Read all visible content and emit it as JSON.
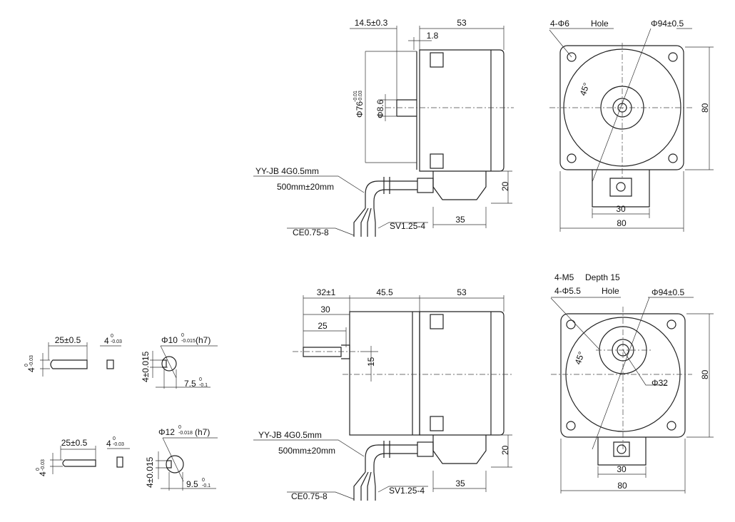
{
  "top_side": {
    "d_shaft_len": "14.5±0.3",
    "d_motor_len": "53",
    "d_flange": "1.8",
    "d_pilot": "Φ76",
    "d_pilot_tol_up": "-0.01",
    "d_pilot_tol_lo": "-0.03",
    "d_shaft": "Φ8.6",
    "cable": "YY-JB 4G0.5mm",
    "cable_len": "500mm±20mm",
    "term_ce": "CE0.75-8",
    "term_sv": "SV1.25-4",
    "d_box_h": "20",
    "d_box_w": "35"
  },
  "top_front": {
    "holes": "4-Φ6",
    "holes_note": "Hole",
    "d_circle": "Φ94±0.5",
    "angle": "45°",
    "d_height": "80",
    "d_box": "30",
    "d_width": "80"
  },
  "bot_side": {
    "d_shaft_len": "32±1",
    "d_gear_len": "45.5",
    "d_motor_len": "53",
    "d_30": "30",
    "d_25": "25",
    "d_15": "15",
    "cable": "YY-JB 4G0.5mm",
    "cable_len": "500mm±20mm",
    "term_ce": "CE0.75-8",
    "term_sv": "SV1.25-4",
    "d_box_h": "20",
    "d_box_w": "35"
  },
  "bot_front": {
    "thread": "4-M5",
    "depth": "Depth 15",
    "holes": "4-Φ5.5",
    "holes_note": "Hole",
    "d_circle": "Φ94±0.5",
    "d_boss": "Φ32",
    "angle": "45°",
    "d_height": "80",
    "d_box": "30",
    "d_width": "80"
  },
  "key1": {
    "length": "25±0.5",
    "width": "4",
    "width_tol_up": "0",
    "width_tol_lo": "-0.03",
    "height": "4",
    "height_tol_up": "0",
    "height_tol_lo": "-0.03",
    "shaft": "Φ10",
    "shaft_tol_up": "0",
    "shaft_tol_lo": "-0.015",
    "shaft_fit": "(h7)",
    "key_w": "4±0.015",
    "flat": "7.5",
    "flat_tol_up": "0",
    "flat_tol_lo": "-0.1"
  },
  "key2": {
    "length": "25±0.5",
    "width": "4",
    "width_tol_up": "0",
    "width_tol_lo": "-0.03",
    "height": "4",
    "height_tol_up": "0",
    "height_tol_lo": "-0.03",
    "shaft": "Φ12",
    "shaft_tol_up": "0",
    "shaft_tol_lo": "-0.018",
    "shaft_fit": "(h7)",
    "key_w": "4±0.015",
    "flat": "9.5",
    "flat_tol_up": "0",
    "flat_tol_lo": "-0.1"
  }
}
